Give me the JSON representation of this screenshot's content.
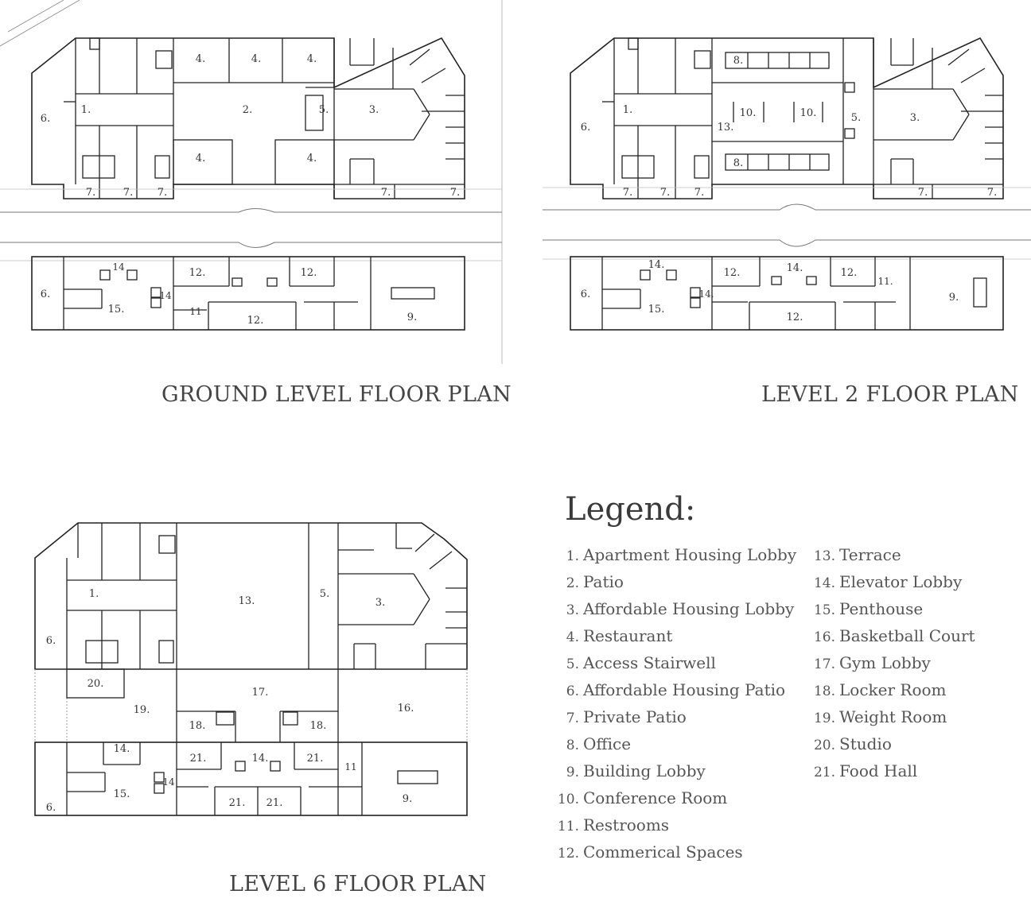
{
  "plans": {
    "ground": {
      "title": "GROUND LEVEL FLOOR PLAN",
      "labels": [
        "1.",
        "2.",
        "3.",
        "4.",
        "4.",
        "4.",
        "4.",
        "4.",
        "5.",
        "6.",
        "7.",
        "7.",
        "7.",
        "7.",
        "7.",
        "6.",
        "12.",
        "12.",
        "12.",
        "14",
        "14",
        "11",
        "15.",
        "9."
      ]
    },
    "level2": {
      "title": "LEVEL 2 FLOOR PLAN",
      "labels": [
        "1.",
        "3.",
        "5.",
        "6.",
        "7.",
        "7.",
        "7.",
        "7.",
        "7.",
        "8.",
        "8.",
        "10.",
        "10.",
        "13.",
        "6.",
        "14.",
        "14.",
        "14.",
        "12.",
        "12.",
        "12.",
        "11.",
        "15.",
        "9."
      ]
    },
    "level6": {
      "title": "LEVEL 6 FLOOR PLAN",
      "labels": [
        "1.",
        "3.",
        "5.",
        "6.",
        "13.",
        "20.",
        "19.",
        "17.",
        "16.",
        "18.",
        "18.",
        "6.",
        "14.",
        "14.",
        "14",
        "15.",
        "21.",
        "21.",
        "21.",
        "21.",
        "11",
        "9."
      ]
    }
  },
  "legend": {
    "title": "Legend:",
    "items": [
      {
        "num": "1.",
        "label": "Apartment Housing Lobby"
      },
      {
        "num": "2.",
        "label": "Patio"
      },
      {
        "num": "3.",
        "label": "Affordable Housing Lobby"
      },
      {
        "num": "4.",
        "label": "Restaurant"
      },
      {
        "num": "5.",
        "label": "Access Stairwell"
      },
      {
        "num": "6.",
        "label": "Affordable Housing Patio"
      },
      {
        "num": "7.",
        "label": "Private Patio"
      },
      {
        "num": "8.",
        "label": "Office"
      },
      {
        "num": "9.",
        "label": "Building Lobby"
      },
      {
        "num": "10.",
        "label": "Conference Room"
      },
      {
        "num": "11.",
        "label": "Restrooms"
      },
      {
        "num": "12.",
        "label": "Commerical Spaces"
      },
      {
        "num": "13.",
        "label": "Terrace"
      },
      {
        "num": "14.",
        "label": "Elevator Lobby"
      },
      {
        "num": "15.",
        "label": "Penthouse"
      },
      {
        "num": "16.",
        "label": "Basketball Court"
      },
      {
        "num": "17.",
        "label": "Gym Lobby"
      },
      {
        "num": "18.",
        "label": "Locker Room"
      },
      {
        "num": "19.",
        "label": "Weight Room"
      },
      {
        "num": "20.",
        "label": "Studio"
      },
      {
        "num": "21.",
        "label": "Food Hall"
      }
    ]
  }
}
